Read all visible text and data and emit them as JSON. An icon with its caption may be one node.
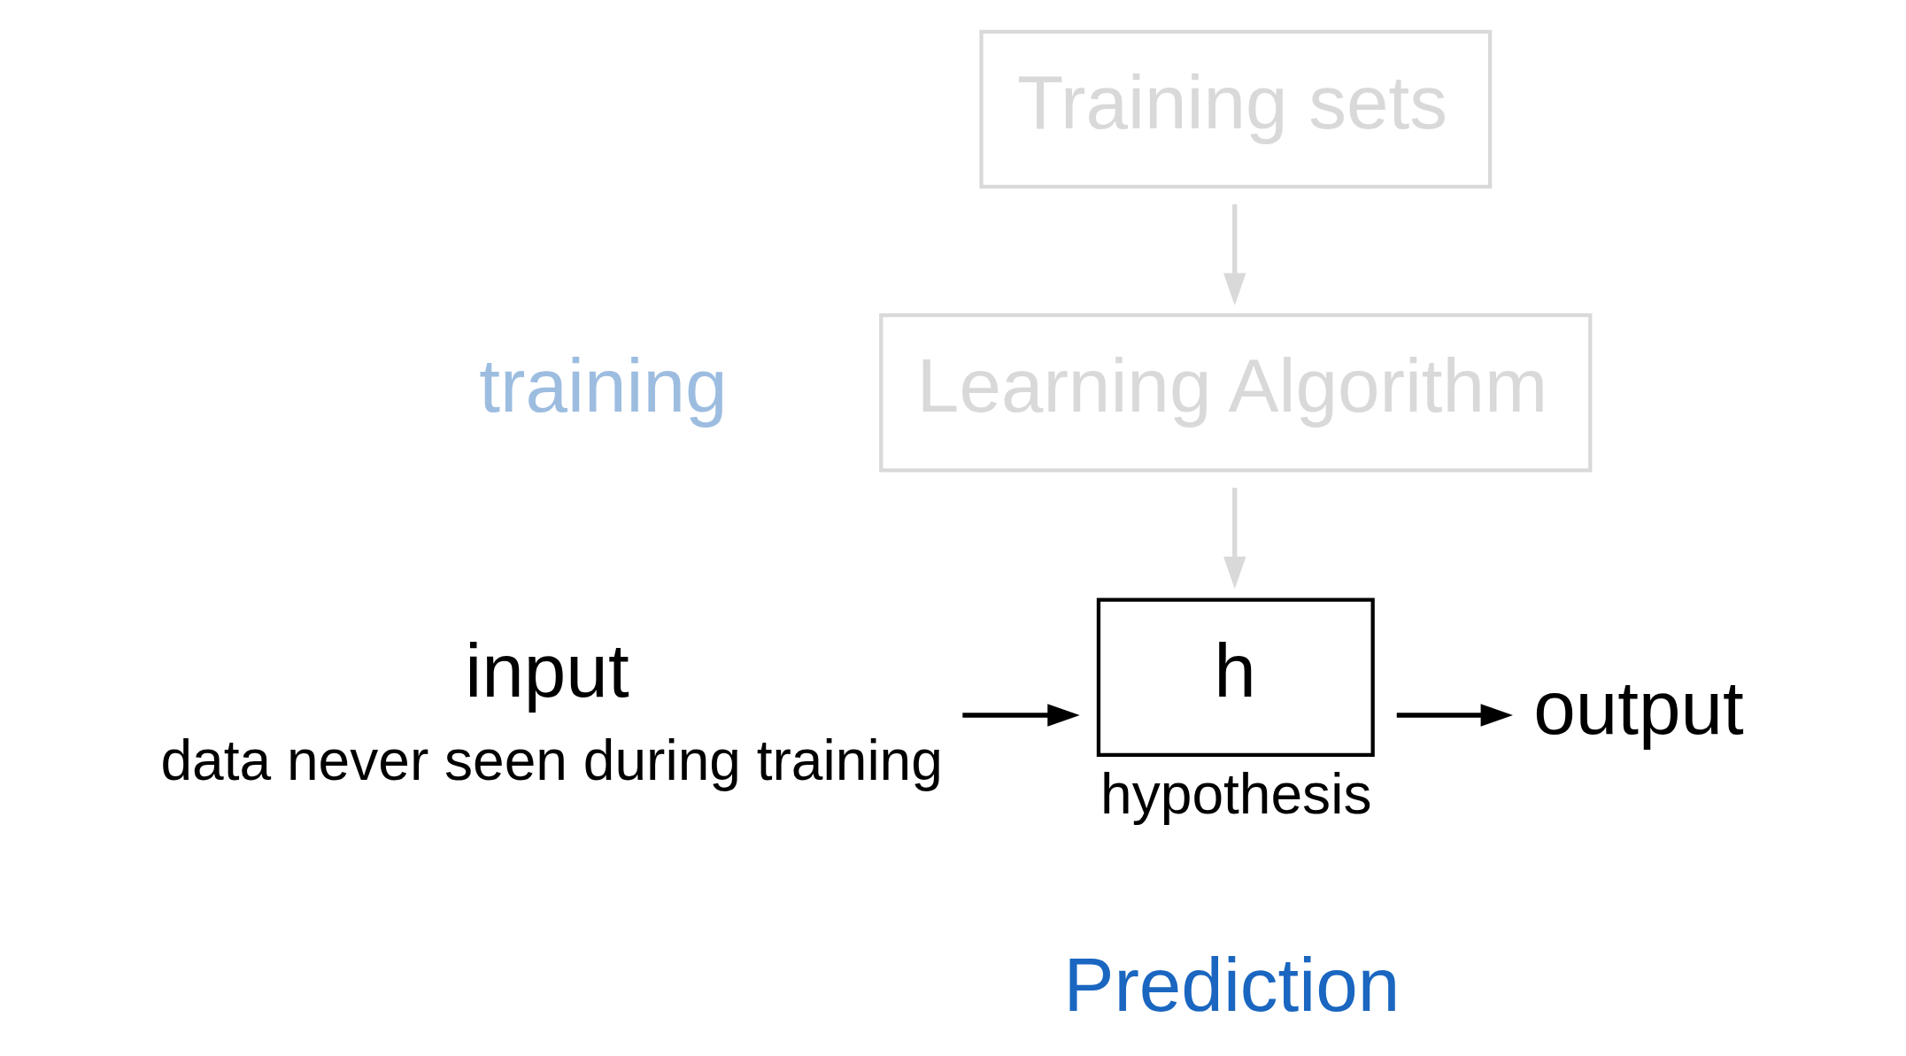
{
  "diagram": {
    "nodes": [
      {
        "text": [
          "Training sets"
        ]
      },
      {
        "text": [
          "Learning Algorithm"
        ]
      },
      {
        "text": [
          "h"
        ],
        "beside": [
          "hypothesis"
        ]
      },
      {
        "text": [
          "input"
        ],
        "beside": [
          "data never seen during training"
        ]
      },
      {
        "text": [
          "output"
        ]
      }
    ],
    "edges": [
      {
        "from": 0,
        "to": 1,
        "arrow": "to",
        "color": "#d9d9d9"
      },
      {
        "from": 1,
        "to": 2,
        "arrow": "to",
        "color": "#d9d9d9"
      },
      {
        "from": 3,
        "to": 2,
        "arrow": "to",
        "color": "#000000"
      },
      {
        "from": 2,
        "to": 4,
        "arrow": "to",
        "color": "#000000"
      }
    ],
    "labels": [
      "training",
      "Prediction"
    ]
  }
}
